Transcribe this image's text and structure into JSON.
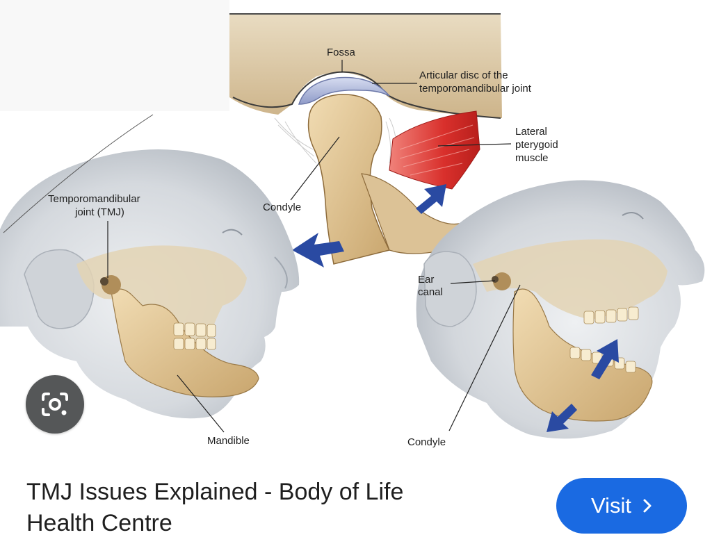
{
  "figure": {
    "labels": {
      "fossa": "Fossa",
      "disc_line1": "Articular disc of the",
      "disc_line2": "temporomandibular joint",
      "lateral_line1": "Lateral",
      "lateral_line2": "pterygoid",
      "lateral_line3": "muscle",
      "tmj_line1": "Temporomandibular",
      "tmj_line2": "joint (TMJ)",
      "condyle_top": "Condyle",
      "ear_line1": "Ear",
      "ear_line2": "canal",
      "mandible": "Mandible",
      "condyle_bottom": "Condyle"
    },
    "colors": {
      "muscle": "#d9302c",
      "arrow": "#2a4aa2",
      "bone": "#e6c99a",
      "skin": "#dcdfe3"
    }
  },
  "lens_button": {
    "icon": "google-lens-icon"
  },
  "result": {
    "title_line1": "TMJ Issues Explained - Body of Life",
    "title_line2": "Health Centre"
  },
  "visit_button": {
    "label": "Visit",
    "icon": "chevron-right-icon",
    "color": "#1a6ae2"
  }
}
